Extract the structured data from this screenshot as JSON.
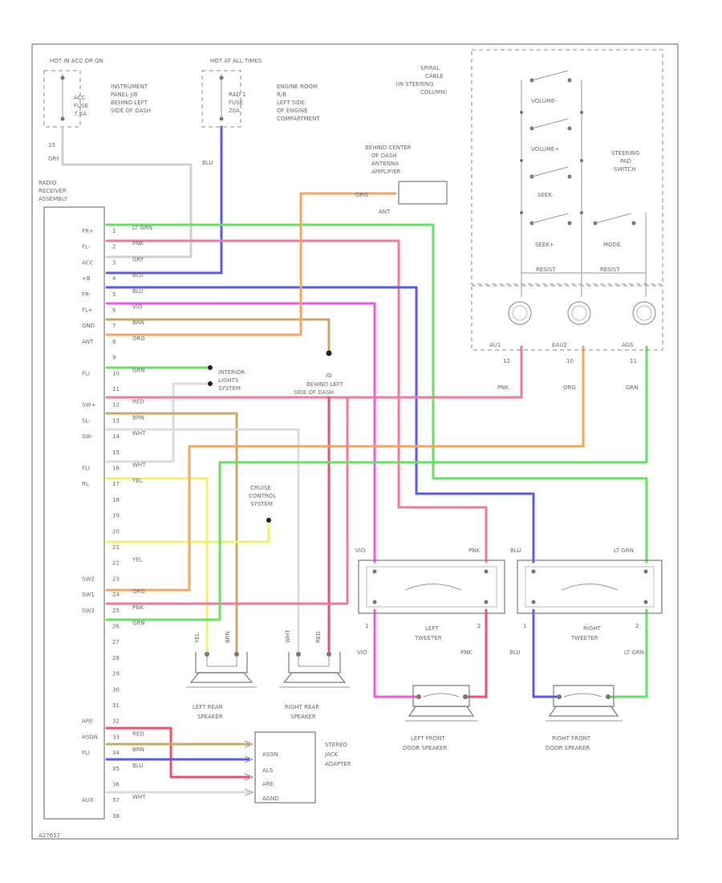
{
  "fuses": {
    "hot_in_acc": "HOT IN ACC OR ON",
    "acc_fuse": [
      "ACC",
      "FUSE",
      "7.5A"
    ],
    "acc_location": [
      "INSTRUMENT",
      "PANEL J/B",
      "BEHIND LEFT",
      "SIDE OF DASH"
    ],
    "hot_at_all": "HOT AT ALL TIMES",
    "rad_fuse": [
      "RAD 1",
      "FUSE",
      "20A"
    ],
    "rad_location": [
      "ENGINE ROOM",
      "R/B",
      "LEFT SIDE",
      "OF ENGINE",
      "COMPARTMENT"
    ],
    "wire_gry": "GRY",
    "wire_blu": "BLU"
  },
  "radio": {
    "title": [
      "RADIO",
      "RECEIVER",
      "ASSEMBLY"
    ],
    "pins": [
      "FR+",
      "FL-",
      "ACC",
      "+B",
      "FR-",
      "FL+",
      "GND",
      "ANT",
      "",
      "FLI",
      "",
      "SW+",
      "SL-",
      "SW-",
      "",
      "FLI",
      "RL",
      "",
      "",
      "",
      "",
      "",
      "SW2",
      "SW1",
      "SW3",
      "",
      "",
      "",
      "",
      "",
      "",
      "ARE",
      "ASGN",
      "FLI",
      "",
      "",
      "AUX"
    ],
    "pin_numbers": [
      "1",
      "2",
      "3",
      "4",
      "5",
      "6",
      "7",
      "8",
      "9",
      "10",
      "11",
      "12",
      "13",
      "14",
      "15",
      "16",
      "17",
      "18",
      "19",
      "20",
      "21",
      "22",
      "23",
      "24",
      "25",
      "26",
      "27",
      "28",
      "29",
      "30",
      "31",
      "32",
      "33",
      "34",
      "35",
      "36",
      "37",
      "38"
    ],
    "wire_labels": [
      "LT GRN",
      "PNK",
      "GRY",
      "BLU",
      "BLU",
      "VIO",
      "BRN",
      "ORG",
      "",
      "GRN",
      "",
      "RED",
      "BRN",
      "WHT",
      "",
      "WHT",
      "YEL",
      "",
      "",
      "",
      "",
      "YEL",
      "",
      "ORG",
      "PNK",
      "GRN",
      "",
      "",
      "",
      "",
      "",
      "",
      "RED",
      "BRN",
      "BLU",
      "",
      "WHT"
    ],
    "footer": "A27657"
  },
  "antenna": {
    "location": [
      "BEHIND CENTER",
      "OF DASH",
      "ANTENNA",
      "AMPLIFIER"
    ],
    "wire": "ORG",
    "ant_label": "ANT"
  },
  "ground": {
    "id": "IG",
    "location": [
      "BEHIND LEFT",
      "SIDE OF DASH"
    ]
  },
  "interior_lights": [
    "INTERIOR",
    "LIGHTS",
    "SYSTEM"
  ],
  "cruise": [
    "CRUISE",
    "CONTROL",
    "SYSTEM"
  ],
  "steering": {
    "spiral": [
      "SPIRAL",
      "CABLE",
      "(IN STEERING",
      "COLUMN)"
    ],
    "switch_name": [
      "STEERING",
      "PAD",
      "SWITCH"
    ],
    "switches": [
      "VOLUME-",
      "VOLUME+",
      "SEEK-",
      "SEEK+",
      "MODE"
    ],
    "resistor": "RESIST",
    "terminals": [
      "AU1",
      "EAU2",
      "AGS"
    ],
    "terminal_numbers": [
      "12",
      "10",
      "11"
    ],
    "wires": [
      "PNK",
      "ORG",
      "GRN"
    ]
  },
  "tweeters": {
    "left": {
      "name": [
        "LEFT",
        "TWEETER"
      ],
      "top_left": "VIO",
      "top_right": "PNK",
      "pin1": "1",
      "pin2": "2",
      "bot_left": "VIO",
      "bot_right": "PNK"
    },
    "right": {
      "name": [
        "RIGHT",
        "TWEETER"
      ],
      "top_left": "BLU",
      "top_right": "LT GRN",
      "pin1": "1",
      "pin2": "2",
      "bot_left": "BLU",
      "bot_right": "LT GRN"
    }
  },
  "speakers": {
    "left_rear": [
      "LEFT REAR",
      "SPEAKER"
    ],
    "right_rear": [
      "RIGHT REAR",
      "SPEAKER"
    ],
    "left_front": [
      "LEFT FRONT",
      "DOOR SPEAKER"
    ],
    "right_front": [
      "RIGHT FRONT",
      "DOOR SPEAKER"
    ],
    "lr_wires": [
      "YEL",
      "BRN"
    ],
    "rr_wires": [
      "WHT",
      "RED"
    ]
  },
  "stereo_jack": {
    "name": [
      "STEREO",
      "JACK",
      "ADAPTER"
    ],
    "pins": [
      "ASGN",
      "ALS",
      "ARE",
      "AGND"
    ]
  },
  "colors": {
    "lt_grn": "#66e066",
    "pnk": "#f07a9a",
    "gry": "#cfcfcf",
    "blu": "#5a5aee",
    "vio": "#f05ae6",
    "brn": "#c9a86a",
    "org": "#f4a660",
    "grn": "#66e066",
    "red": "#f0506a",
    "wht": "#dcdcdc",
    "yel": "#f2ee70"
  }
}
